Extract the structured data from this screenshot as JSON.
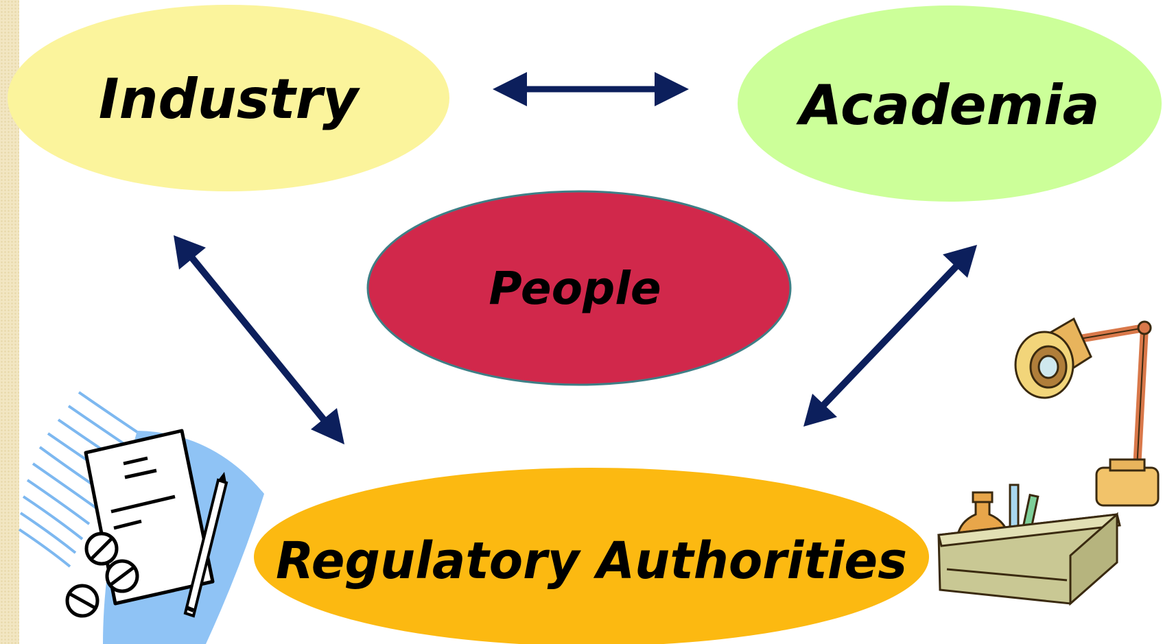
{
  "nodes": {
    "industry": {
      "label": "Industry",
      "color": "#fbf49c"
    },
    "academia": {
      "label": "Academia",
      "color": "#ccff99"
    },
    "people": {
      "label": "People",
      "color": "#d1284b",
      "stroke": "#3e7f86"
    },
    "regulatory": {
      "label": "Regulatory Authorities",
      "color": "#fcb911"
    }
  },
  "edges": [
    {
      "from": "industry",
      "to": "academia",
      "direction": "bidirectional"
    },
    {
      "from": "industry",
      "to": "regulatory",
      "direction": "bidirectional"
    },
    {
      "from": "academia",
      "to": "regulatory",
      "direction": "bidirectional"
    }
  ],
  "arrow_color": "#0c1f5c",
  "clipart": [
    {
      "name": "prescription-clipart-icon",
      "depicts": "document with pen and pills"
    },
    {
      "name": "desk-lamp-clipart-icon",
      "depicts": "desk lamp over box of lab supplies"
    }
  ]
}
